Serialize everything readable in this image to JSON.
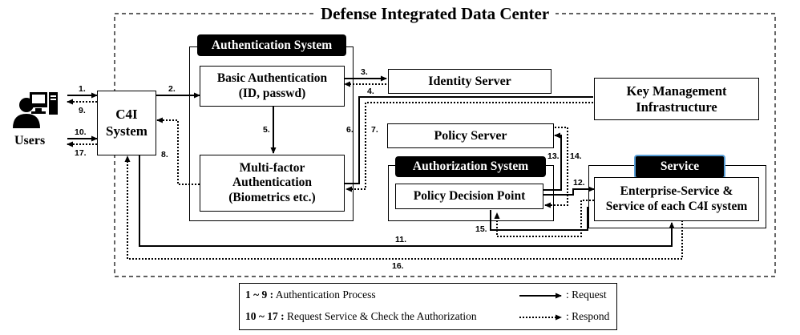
{
  "title": "Defense Integrated Data Center",
  "users_label": "Users",
  "c4i": {
    "line1": "C4I",
    "line2": "System"
  },
  "auth_system": {
    "tag": "Authentication System",
    "basic": {
      "line1": "Basic Authentication",
      "line2": "(ID, passwd)"
    },
    "mfa": {
      "line1": "Multi-factor",
      "line2": "Authentication",
      "line3": "(Biometrics etc.)"
    }
  },
  "identity_server": "Identity Server",
  "kmi": {
    "line1": "Key Management",
    "line2": "Infrastructure"
  },
  "policy_server": "Policy Server",
  "authz_system": {
    "tag": "Authorization System",
    "pdp": "Policy Decision Point"
  },
  "service": {
    "tag": "Service",
    "line1": "Enterprise-Service &",
    "line2": "Service of each C4I system"
  },
  "steps": {
    "s1": "1.",
    "s2": "2.",
    "s3": "3.",
    "s4": "4.",
    "s5": "5.",
    "s6": "6.",
    "s7": "7.",
    "s8": "8.",
    "s9": "9.",
    "s10": "10.",
    "s11": "11.",
    "s12": "12.",
    "s13": "13.",
    "s14": "14.",
    "s15": "15.",
    "s16": "16.",
    "s17": "17."
  },
  "legend": {
    "auth_range": "1 ~ 9 :",
    "auth_desc": " Authentication Process",
    "svc_range": "10 ~ 17 :",
    "svc_desc": " Request Service & Check the Authorization",
    "request": ": Request",
    "respond": ": Respond"
  }
}
